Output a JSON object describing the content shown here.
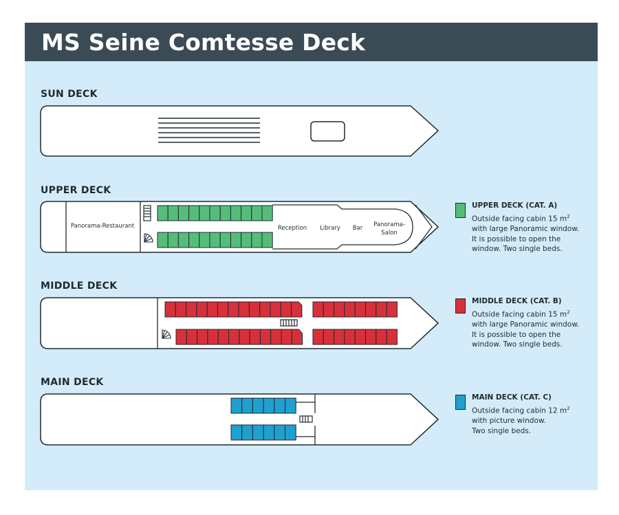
{
  "title": "MS Seine Comtesse Deck",
  "colors": {
    "upper": "#55bd7a",
    "middle": "#d8303a",
    "main": "#1fa0cf",
    "header": "#3b4b55",
    "panel": "#d4ecf9"
  },
  "decks": {
    "sun": {
      "label": "SUN DECK"
    },
    "upper": {
      "label": "UPPER DECK",
      "rooms": {
        "restaurant": "Panorama-Restaurant",
        "reception": "Reception",
        "library": "Library",
        "bar": "Bar",
        "salon_line1": "Panorama-",
        "salon_line2": "Salon"
      }
    },
    "middle": {
      "label": "MIDDLE DECK"
    },
    "main": {
      "label": "MAIN DECK"
    }
  },
  "legend": {
    "upper": {
      "title": "UPPER DECK (CAT. A)",
      "line1_pre": "Outside facing cabin 15 m",
      "line1_sup": "2",
      "line2": "with large Panoramic window.",
      "line3": "It is possible to open the",
      "line4": "window. Two single beds."
    },
    "middle": {
      "title": "MIDDLE DECK (CAT. B)",
      "line1_pre": "Outside facing cabin 15 m",
      "line1_sup": "2",
      "line2": "with large Panoramic window.",
      "line3": "It is possible to open the",
      "line4": "window. Two single beds."
    },
    "main": {
      "title": "MAIN DECK (CAT. C)",
      "line1_pre": "Outside facing cabin 12 m",
      "line1_sup": "2",
      "line2": "with picture window.",
      "line3": "Two single beds."
    }
  }
}
